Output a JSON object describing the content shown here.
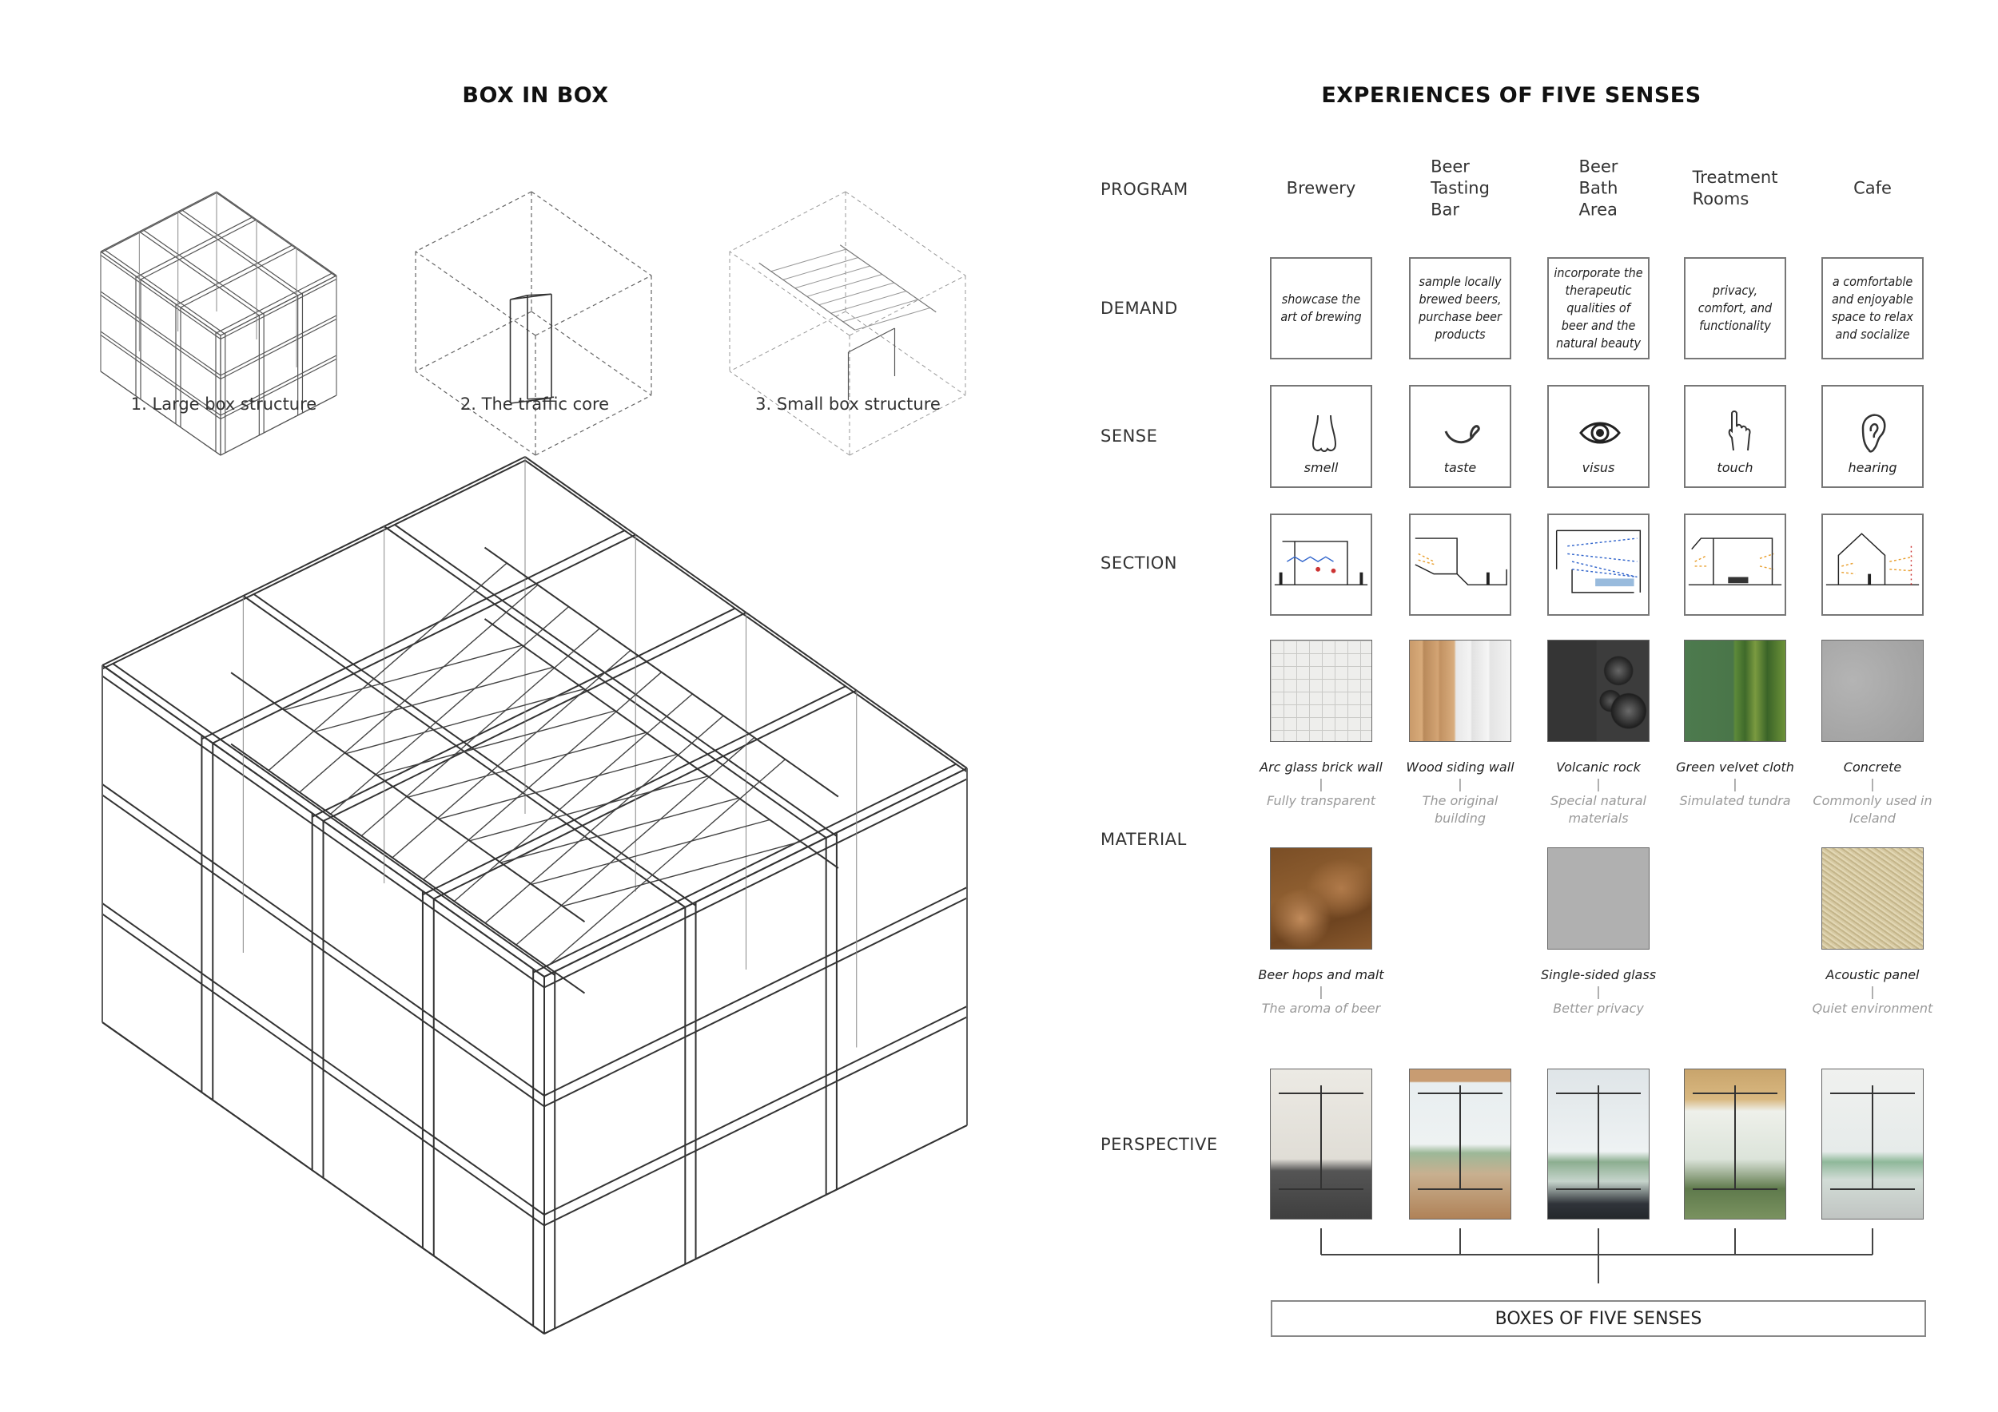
{
  "left": {
    "title": "BOX IN BOX",
    "captions": [
      "1. Large box structure",
      "2. The traffic core",
      "3. Small box structure"
    ]
  },
  "right": {
    "title": "EXPERIENCES OF FIVE SENSES",
    "row_labels": {
      "program": "PROGRAM",
      "demand": "DEMAND",
      "sense": "SENSE",
      "section": "SECTION",
      "material": "MATERIAL",
      "perspective": "PERSPECTIVE"
    },
    "columns": [
      {
        "program": "Brewery",
        "demand": "showcase the art of brewing",
        "sense": {
          "label": "smell",
          "icon": "nose-icon"
        },
        "material1": {
          "name": "Arc glass brick wall",
          "desc": "Fully transparent",
          "swatch": "glass-brick"
        },
        "material2": {
          "name": "Beer hops and malt",
          "desc": "The aroma of beer",
          "swatch": "hops"
        }
      },
      {
        "program": "Beer\nTasting\nBar",
        "demand": "sample locally brewed beers, purchase beer products",
        "sense": {
          "label": "taste",
          "icon": "tongue-icon"
        },
        "material1": {
          "name": "Wood siding wall",
          "desc": "The original building",
          "swatch": "wood"
        },
        "material2": null
      },
      {
        "program": "Beer\nBath\nArea",
        "demand": "incorporate the therapeutic qualities of beer and the natural beauty",
        "sense": {
          "label": "visus",
          "icon": "eye-icon"
        },
        "material1": {
          "name": "Volcanic rock",
          "desc": "Special natural materials",
          "swatch": "volcanic"
        },
        "material2": {
          "name": "Single-sided glass",
          "desc": "Better privacy",
          "swatch": "glass"
        }
      },
      {
        "program": "Treatment\nRooms",
        "demand": "privacy, comfort, and functionality",
        "sense": {
          "label": "touch",
          "icon": "hand-icon"
        },
        "material1": {
          "name": "Green velvet cloth",
          "desc": "Simulated tundra",
          "swatch": "velvet"
        },
        "material2": null
      },
      {
        "program": "Cafe",
        "demand": "a comfortable and enjoyable space to relax and socialize",
        "sense": {
          "label": "hearing",
          "icon": "ear-icon"
        },
        "material1": {
          "name": "Concrete",
          "desc": "Commonly used in Iceland",
          "swatch": "concrete"
        },
        "material2": {
          "name": "Acoustic panel",
          "desc": "Quiet environment",
          "swatch": "acoustic"
        }
      }
    ],
    "separator": "|",
    "footer": "BOXES OF FIVE SENSES"
  }
}
